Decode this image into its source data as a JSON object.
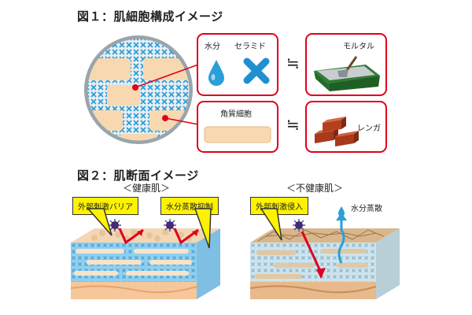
{
  "fig1": {
    "title": "図１：肌細胞構成イメージ",
    "water_label": "水分",
    "ceramide_label": "セラミド",
    "corneocyte_label": "角質細胞",
    "mortar_label": "モルタル",
    "brick_label": "レンガ",
    "approx_symbol": "≒"
  },
  "fig2": {
    "title": "図２：肌断面イメージ",
    "healthy_heading": "＜健康肌＞",
    "unhealthy_heading": "＜不健康肌＞",
    "healthy_callouts": [
      "外部刺激バリア",
      "水分蒸散抑制"
    ],
    "unhealthy_callouts": [
      "外部刺激侵入"
    ],
    "water_evap_label": "水分蒸散"
  },
  "colors": {
    "accent_red": "#e0001a",
    "callout_yellow": "#fff200",
    "water_blue": "#2a9fd8",
    "ceramide_blue": "#1e8fd0",
    "skin_beige": "#f7d8b0",
    "mortar_green": "#2e7d32",
    "brick": "#b5401e"
  },
  "icons": [
    "water-drop-icon",
    "ceramide-cross-icon",
    "corneocyte-icon",
    "mortar-tray-icon",
    "brick-icon",
    "stimulus-icon",
    "red-arrow-icon",
    "water-evap-arrow-icon"
  ]
}
